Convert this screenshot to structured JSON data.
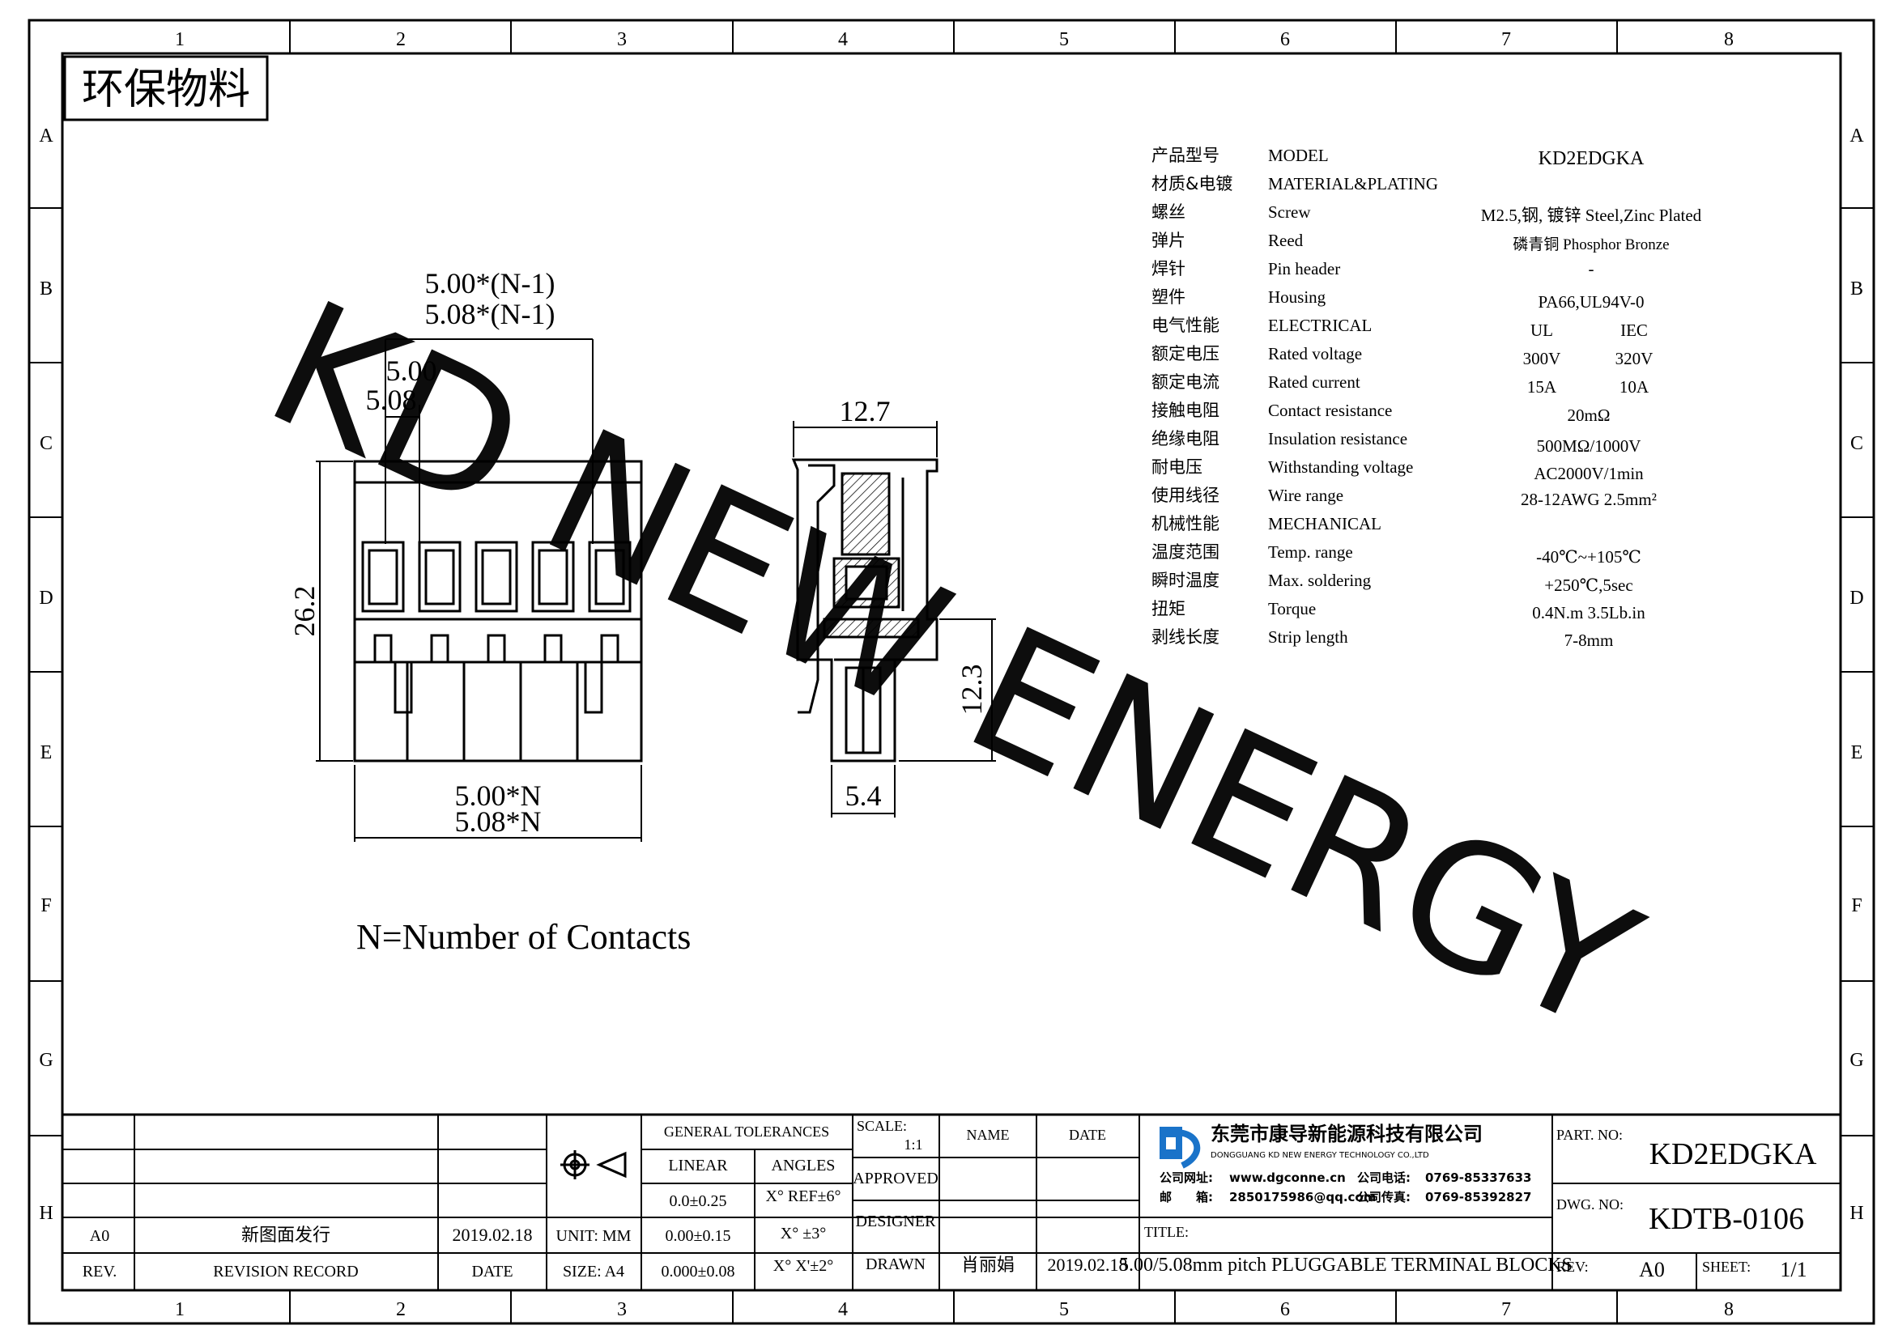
{
  "frame": {
    "columns": [
      "1",
      "2",
      "3",
      "4",
      "5",
      "6",
      "7",
      "8"
    ],
    "rows": [
      "A",
      "B",
      "C",
      "D",
      "E",
      "F",
      "G",
      "H"
    ]
  },
  "env_stamp": "环保物料",
  "watermark": "KD NEW ENERGY",
  "dims": {
    "pitch_n1_a": "5.00*(N-1)",
    "pitch_n1_b": "5.08*(N-1)",
    "pitch_a": "5.00",
    "pitch_b": "5.08",
    "height": "26.2",
    "total_a": "5.00*N",
    "total_b": "5.08*N",
    "side_width": "12.7",
    "side_height": "12.3",
    "pin_width": "5.4"
  },
  "note": "N=Number of Contacts",
  "spec": [
    {
      "cn": "产品型号",
      "en": "MODEL",
      "value": "KD2EDGKA"
    },
    {
      "cn": "材质&电镀",
      "en": "MATERIAL&PLATING",
      "value": ""
    },
    {
      "cn": "螺丝",
      "en": "Screw",
      "value": "M2.5,钢, 镀锌 Steel,Zinc Plated"
    },
    {
      "cn": "弹片",
      "en": "Reed",
      "value": "磷青铜 Phosphor Bronze"
    },
    {
      "cn": "焊针",
      "en": "Pin header",
      "value": "-"
    },
    {
      "cn": "塑件",
      "en": "Housing",
      "value": "PA66,UL94V-0"
    },
    {
      "cn": "电气性能",
      "en": "ELECTRICAL",
      "ul": "UL",
      "iec": "IEC"
    },
    {
      "cn": "额定电压",
      "en": "Rated voltage",
      "ul": "300V",
      "iec": "320V"
    },
    {
      "cn": "额定电流",
      "en": "Rated current",
      "ul": "15A",
      "iec": "10A"
    },
    {
      "cn": "接触电阻",
      "en": "Contact resistance",
      "value": "20mΩ"
    },
    {
      "cn": "绝缘电阻",
      "en": "Insulation resistance",
      "value": "500MΩ/1000V"
    },
    {
      "cn": "耐电压",
      "en": "Withstanding voltage",
      "value": "AC2000V/1min"
    },
    {
      "cn": "使用线径",
      "en": "Wire range",
      "value": "28-12AWG 2.5mm²"
    },
    {
      "cn": "机械性能",
      "en": "MECHANICAL",
      "value": ""
    },
    {
      "cn": "温度范围",
      "en": "Temp. range",
      "value": "-40℃~+105℃"
    },
    {
      "cn": "瞬时温度",
      "en": "Max. soldering",
      "value": "+250℃,5sec"
    },
    {
      "cn": "扭矩",
      "en": "Torque",
      "value": "0.4N.m 3.5Lb.in"
    },
    {
      "cn": "剥线长度",
      "en": "Strip length",
      "value": "7-8mm"
    }
  ],
  "title_block": {
    "rev_a0": "A0",
    "rev_desc": "新图面发行",
    "rev_date": "2019.02.18",
    "rev_label": "REV.",
    "revision_record": "REVISION RECORD",
    "date_label": "DATE",
    "unit": "UNIT: MM",
    "size": "SIZE: A4",
    "general_tolerances": "GENERAL TOLERANCES",
    "linear": "LINEAR",
    "angles": "ANGLES",
    "lin1": "0.0±0.25",
    "lin2": "0.00±0.15",
    "lin3": "0.000±0.08",
    "ang1": "X° REF±6°",
    "ang2": "X° ±3°",
    "ang3": "X° X'±2°",
    "scale_label": "SCALE:",
    "scale_value": "1:1",
    "name_label": "NAME",
    "date_col": "DATE",
    "approved": "APPROVED",
    "designer": "DESIGNER",
    "drawn": "DRAWN",
    "drawn_name": "肖丽娟",
    "drawn_date": "2019.02.18",
    "company_cn": "东莞市康导新能源科技有限公司",
    "company_en": "DONGGUANG KD NEW ENERGY TECHNOLOGY CO.,LTD",
    "web_label": "公司网址:",
    "web": "www.dgconne.cn",
    "phone_label": "公司电话:",
    "phone": "0769-85337633",
    "mail_label": "邮　　箱:",
    "mail": "2850175986@qq.com",
    "fax_label": "公司传真:",
    "fax": "0769-85392827",
    "title_label": "TITLE:",
    "title": "5.00/5.08mm pitch PLUGGABLE TERMINAL BLOCKS",
    "part_no_label": "PART. NO:",
    "part_no": "KD2EDGKA",
    "dwg_no_label": "DWG. NO:",
    "dwg_no": "KDTB-0106",
    "rev_field_label": "REV:",
    "rev_field": "A0",
    "sheet_label": "SHEET:",
    "sheet": "1/1"
  },
  "colors": {
    "line": "#000000",
    "watermark": "#33e6ee",
    "logo": "#1a73c9",
    "fill": "#ffffff"
  }
}
